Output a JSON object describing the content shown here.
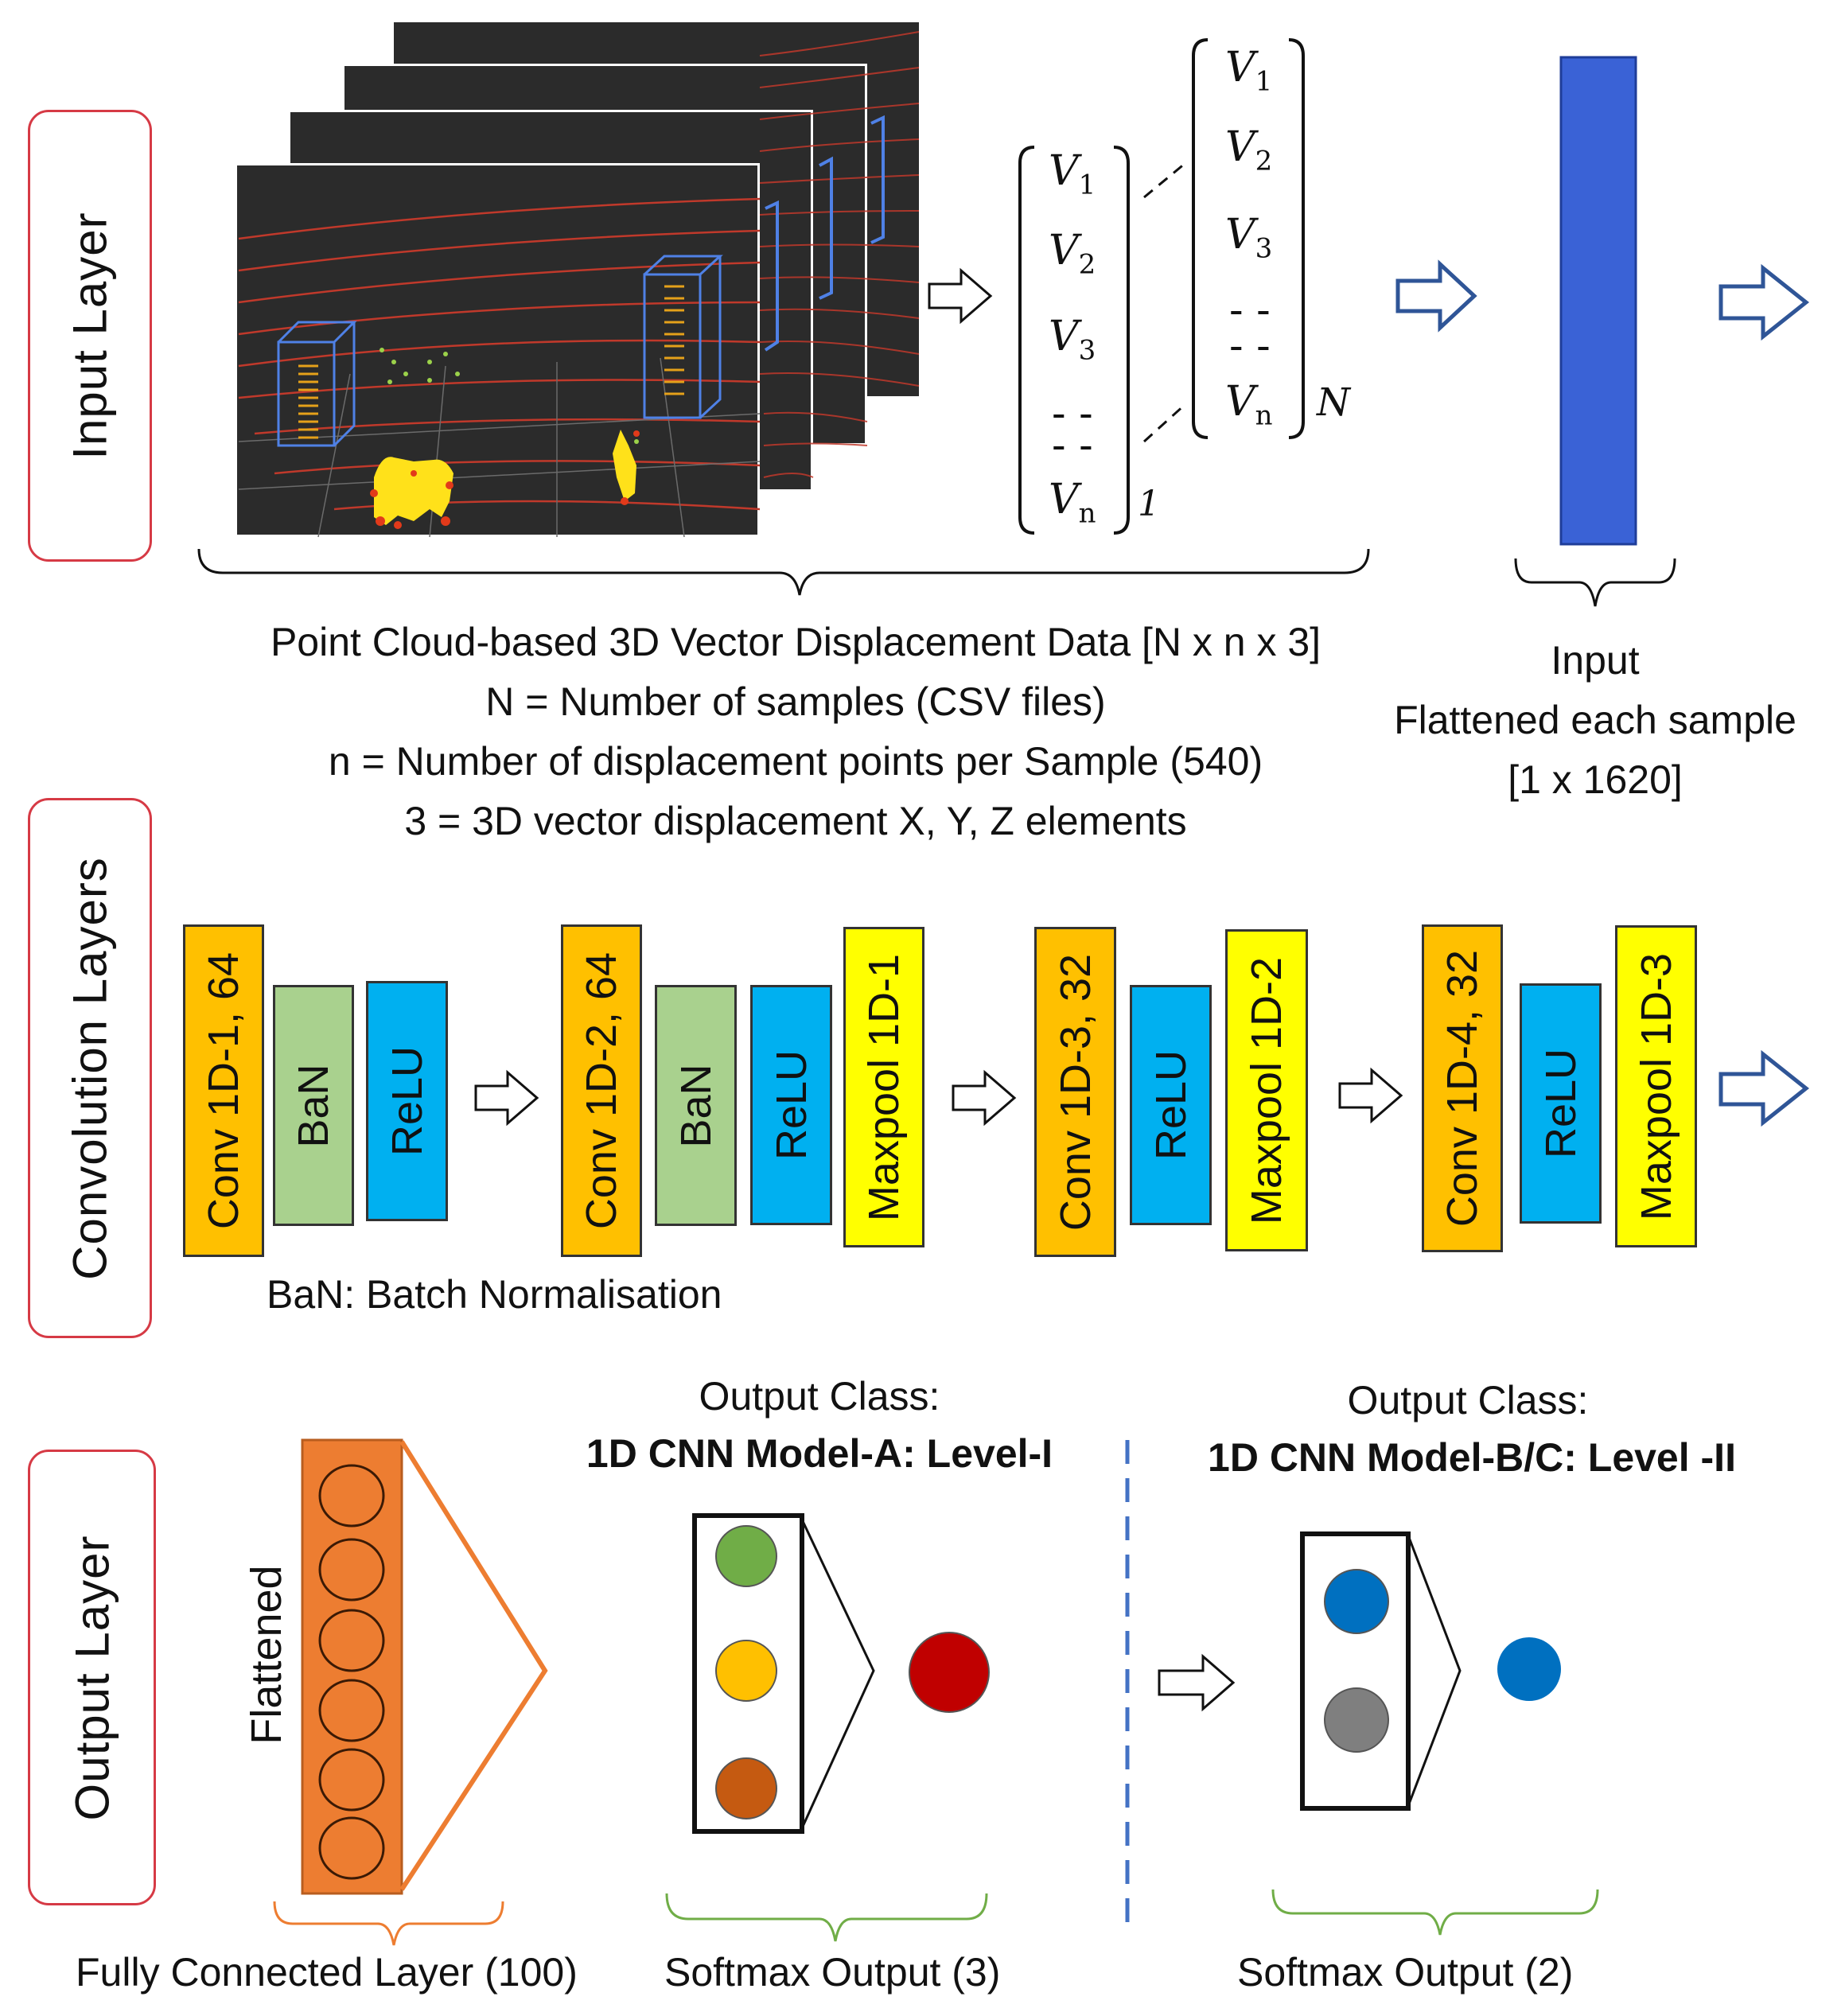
{
  "sections": {
    "input": "Input  Layer",
    "conv": "Convolution  Layers",
    "output": "Output  Layer"
  },
  "vectors": {
    "v1": "V",
    "v2": "V",
    "v3": "V",
    "vn": "V",
    "s1": "1",
    "s2": "2",
    "s3": "3",
    "sn": "n",
    "dots": "- -",
    "index_1": "1",
    "index_N": "N"
  },
  "input_caption": {
    "line1": "Point Cloud-based 3D Vector Displacement Data [N x n x 3]",
    "line2": "N = Number of samples (CSV files)",
    "line3": "n = Number of displacement points per Sample (540)",
    "line4": "3 = 3D vector displacement X, Y, Z elements"
  },
  "flatten_caption": {
    "line1": "Input",
    "line2": "Flattened each sample",
    "line3": "[1 x 1620]"
  },
  "conv_blocks": {
    "c1": "Conv 1D-1, 64",
    "ban1": "BaN",
    "relu1": "ReLU",
    "c2": "Conv 1D-2, 64",
    "ban2": "BaN",
    "relu2": "ReLU",
    "mp1": "Maxpool 1D-1",
    "c3": "Conv 1D-3, 32",
    "relu3": "ReLU",
    "mp2": "Maxpool 1D-2",
    "c4": "Conv 1D-4, 32",
    "relu4": "ReLU",
    "mp3": "Maxpool 1D-3"
  },
  "ban_note": "BaN: Batch Normalisation",
  "output": {
    "flattened": "Flattened",
    "modelA_title": "Output Class:",
    "modelA_name": "1D CNN Model-A: Level-I",
    "modelB_title": "Output Class:",
    "modelB_name": "1D CNN Model-B/C: Level -II",
    "fc_caption": "Fully Connected Layer (100)",
    "softmax3": "Softmax Output (3)",
    "softmax2": "Softmax Output (2)"
  },
  "colors": {
    "label_border": "#d63a45",
    "arrow_blue": "#2f5597",
    "flat_bar": "#3a62d6",
    "fc_orange": "#ed7d31",
    "brace_green": "#70ad47",
    "divider_blue": "#4472c4",
    "green_dot": "#70ad47",
    "yellow_dot": "#ffc000",
    "brown_dot": "#c55a11",
    "red_dot": "#c00000",
    "blue_dot": "#0070c0",
    "gray_dot": "#7f7f7f"
  }
}
